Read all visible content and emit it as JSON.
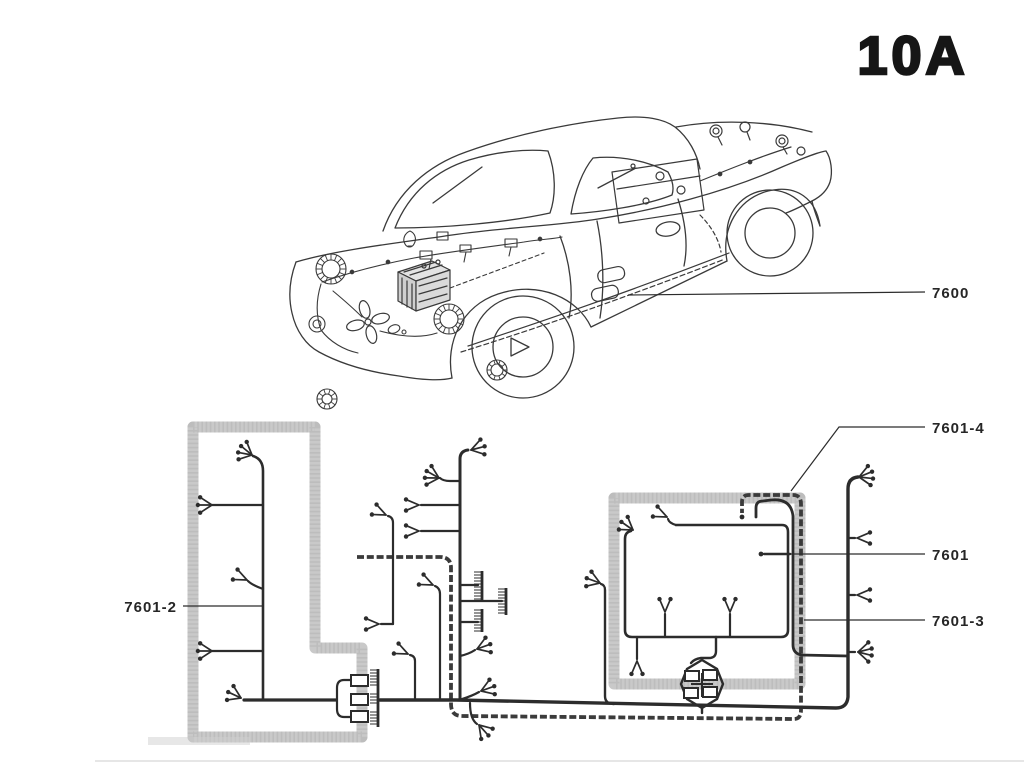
{
  "page": {
    "code": "10A",
    "background": "#ffffff"
  },
  "figure": {
    "kind": "car-wiring-harness-diagram",
    "colors": {
      "line": "#2c2c2c",
      "routing_band": "#c6c6c6"
    },
    "callouts": {
      "c7600": "7600",
      "c7601_2": "7601-2",
      "c7601": "7601",
      "c7601_3": "7601-3",
      "c7601_4": "7601-4"
    }
  }
}
